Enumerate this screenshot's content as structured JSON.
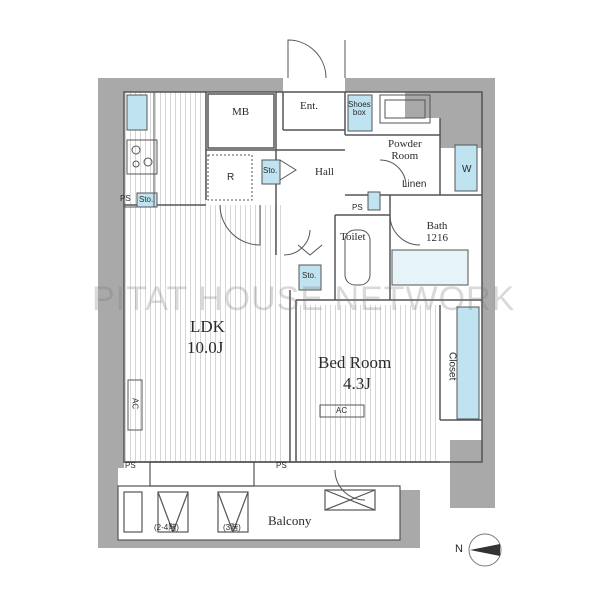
{
  "rooms": {
    "mb": "MB",
    "ent": "Ent.",
    "shoes_box": "Shoes\nbox",
    "powder_room": "Powder\nRoom",
    "washer": "W",
    "linen": "Linen",
    "hall": "Hall",
    "refrigerator": "R",
    "storage": "Sto.",
    "ps": "PS",
    "toilet": "Toilet",
    "bath": "Bath\n1216",
    "ldk": "LDK",
    "ldk_size": "10.0J",
    "bed_room": "Bed Room",
    "bed_size": "4.3J",
    "closet": "Closet",
    "ac": "AC",
    "balcony": "Balcony",
    "balcony_note_1": "(2-4階)",
    "balcony_note_2": "(3階)",
    "north": "N"
  },
  "watermark": "PITAT HOUSE NETWORK",
  "colors": {
    "wall": "#a8a8a8",
    "line": "#555555",
    "stripe": "#d9d9d9",
    "blue": "#bfe3f1"
  }
}
